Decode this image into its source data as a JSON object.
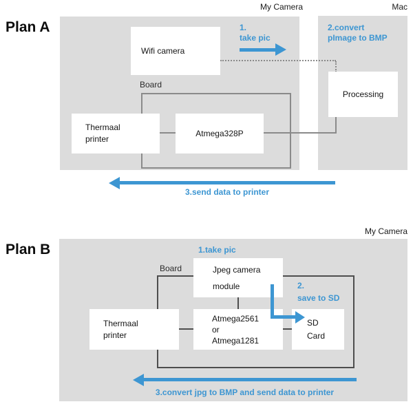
{
  "colors": {
    "accent_blue": "#3d96d2",
    "panel_gray": "#dcdcdc",
    "board_border_a": "#8a8a8a",
    "board_border_b": "#4d4d4d"
  },
  "plan_a": {
    "title": "Plan A",
    "device_label": "My Camera",
    "mac_label": "Mac",
    "board_label": "Board",
    "wifi_camera": "Wifi camera",
    "thermal_printer": "Thermaal\nprinter",
    "mcu": "Atmega328P",
    "processing": "Processing",
    "step1": "1.\ntake pic",
    "step2": "2.convert\npImage to BMP",
    "step3": "3.send data to printer"
  },
  "plan_b": {
    "title": "Plan B",
    "device_label": "My Camera",
    "board_label": "Board",
    "camera_module": "Jpeg camera\nmodule",
    "thermal_printer": "Thermaal\nprinter",
    "mcu": "Atmega2561\nor\nAtmega1281",
    "sd_card": "SD\nCard",
    "step1": "1.take pic",
    "step2": "2.\nsave to SD",
    "step3": "3.convert jpg to BMP and send data to printer"
  }
}
